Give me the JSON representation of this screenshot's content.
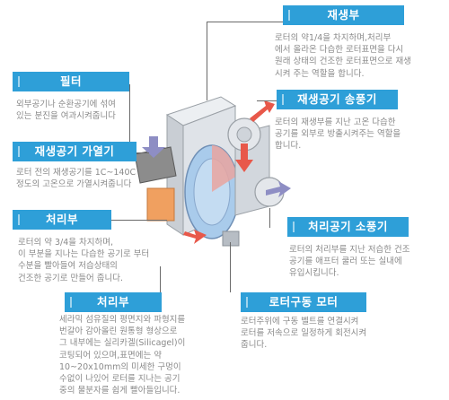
{
  "colors": {
    "label_bg": "#2e9fd8",
    "label_text": "#ffffff",
    "desc_text": "#8a8a8a",
    "unit_body": "#d9dde2",
    "rotor": "#9fc3e8",
    "heater": "#f0a060",
    "filter": "#8c8c8c",
    "arrow_red": "#e8584a",
    "arrow_purple": "#8e8ec4"
  },
  "components": [
    {
      "id": "regeneration",
      "title": "재생부",
      "description": "로터의 약1/4을 차지하며,처리부\n에서 올라온 다습한 로터표면을 다시\n원래 상태의 건조한 로터표면으로 재생\n시켜 주는 역할을 합니다."
    },
    {
      "id": "filter",
      "title": "필터",
      "description": "외부공기나 순환공기에 섞여\n있는 분진을 여과시켜줍니다"
    },
    {
      "id": "regen-fan",
      "title": "재생공기 송풍기",
      "description": "로터의 재생부를 지난 고온 다습한\n공기를 외부로 방출시켜주는 역할을\n합니다."
    },
    {
      "id": "regen-heater",
      "title": "재생공기  가열기",
      "description": "로터 전의 재생공기를 1C~140C\n정도의 고온으로 가열시켜줍니다"
    },
    {
      "id": "process",
      "title": "처리부",
      "description": "로터의 약 3/4을 차지하며,\n이 부분을 지나는 다습한 공기로 부터\n수분을 빨아들여 저습상태의\n건조한 공기로 만들어 줍니다."
    },
    {
      "id": "process-fan",
      "title": "처리공기  소풍기",
      "description": "로터의 처리부를 지난 저습한 건조\n공기를 애프터 쿨러 또는 실내에\n유입시킵니다."
    },
    {
      "id": "rotor",
      "title": "처리부",
      "description": "세라믹 섬유질의 평면지와 파형지를\n번갈아 감아올린 원통형 형상으로\n그 내부에는 실리카겔(Silicagel)이\n코팅되어 있으며,표면에는 약\n10~20x10mm의 미세한 구멍이\n수없이 나있어 로터를 지나는 공기\n중의 물분자를 쉽게 빨아들입니다."
    },
    {
      "id": "rotor-motor",
      "title": "로터구동 모터",
      "description": "로터주위에 구동 벨트를 연결시켜\n로터를 저속으로 일정하게 회전시켜\n줍니다."
    }
  ]
}
